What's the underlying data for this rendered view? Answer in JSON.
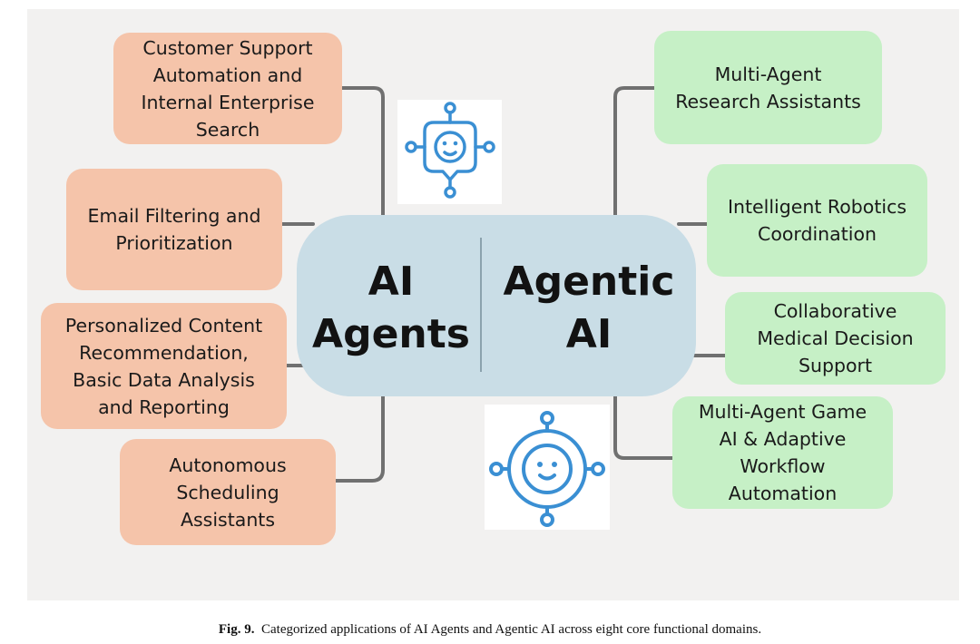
{
  "center": {
    "left_label": "AI\nAgents",
    "right_label": "Agentic\nAI"
  },
  "ai_agent_applications": [
    "Customer Support\nAutomation and\nInternal Enterprise\nSearch",
    "Email Filtering and\nPrioritization",
    "Personalized Content\nRecommendation,\nBasic Data Analysis\nand Reporting",
    "Autonomous\nScheduling\nAssistants"
  ],
  "agentic_ai_applications": [
    "Multi-Agent\nResearch Assistants",
    "Intelligent Robotics\nCoordination",
    "Collaborative\nMedical Decision\nSupport",
    "Multi-Agent Game\nAI & Adaptive\nWorkflow\nAutomation"
  ],
  "icons": {
    "top": "robot-chat-icon",
    "bottom": "network-agent-icon"
  },
  "caption": {
    "figure_label": "Fig. 9.",
    "text": "Categorized applications of AI Agents and Agentic AI across eight core functional domains."
  },
  "colors": {
    "left_box": "#f5c4aa",
    "right_box": "#c6f0c6",
    "center": "#c9dde6",
    "icon_blue": "#3a8fd3",
    "connector": "#707070"
  }
}
